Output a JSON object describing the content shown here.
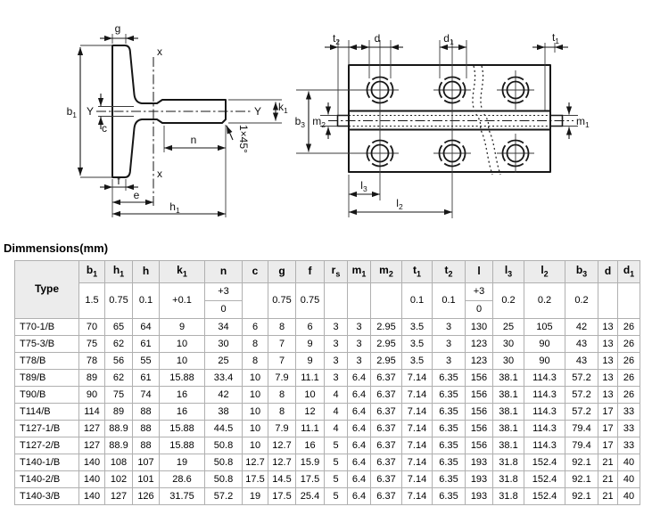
{
  "title": "Dimmensions(mm)",
  "diagram": {
    "left": {
      "g": "g",
      "x": "x",
      "y": "Y",
      "b1": {
        "b": "b",
        "s": "1"
      },
      "c": "c",
      "n": "n",
      "k1": {
        "b": "k",
        "s": "1"
      },
      "chamfer": "1×45°",
      "f": "f",
      "e": "e",
      "h1": {
        "b": "h",
        "s": "1"
      }
    },
    "right": {
      "t2": {
        "b": "t",
        "s": "2"
      },
      "d": "d",
      "d1": {
        "b": "d",
        "s": "1"
      },
      "t1": {
        "b": "t",
        "s": "1"
      },
      "m2": {
        "b": "m",
        "s": "2"
      },
      "m1": {
        "b": "m",
        "s": "1"
      },
      "b3": {
        "b": "b",
        "s": "3"
      },
      "l3": {
        "b": "l",
        "s": "3"
      },
      "l2": {
        "b": "l",
        "s": "2"
      }
    }
  },
  "table": {
    "type_header": "Type",
    "columns": [
      {
        "b": "b",
        "s": "1",
        "tol": "1.5"
      },
      {
        "b": "h",
        "s": "1",
        "tol": "0.75"
      },
      {
        "b": "h",
        "s": "",
        "tol": "0.1"
      },
      {
        "b": "k",
        "s": "1",
        "tol": "+0.1"
      },
      {
        "b": "n",
        "s": "",
        "tol_top": "+3",
        "tol_bot": "0"
      },
      {
        "b": "c",
        "s": "",
        "tol": ""
      },
      {
        "b": "g",
        "s": "",
        "tol": "0.75"
      },
      {
        "b": "f",
        "s": "",
        "tol": "0.75"
      },
      {
        "b": "r",
        "s": "s",
        "tol": ""
      },
      {
        "b": "m",
        "s": "1",
        "tol": ""
      },
      {
        "b": "m",
        "s": "2",
        "tol": ""
      },
      {
        "b": "t",
        "s": "1",
        "tol": "0.1"
      },
      {
        "b": "t",
        "s": "2",
        "tol": "0.1"
      },
      {
        "b": "l",
        "s": "",
        "tol_top": "+3",
        "tol_bot": "0"
      },
      {
        "b": "l",
        "s": "3",
        "tol": "0.2"
      },
      {
        "b": "l",
        "s": "2",
        "tol": "0.2"
      },
      {
        "b": "b",
        "s": "3",
        "tol": "0.2"
      },
      {
        "b": "d",
        "s": "",
        "tol": ""
      },
      {
        "b": "d",
        "s": "1",
        "tol": ""
      }
    ],
    "rows": [
      {
        "type": "T70-1/B",
        "values": [
          "70",
          "65",
          "64",
          "9",
          "34",
          "6",
          "8",
          "6",
          "3",
          "3",
          "2.95",
          "3.5",
          "3",
          "130",
          "25",
          "105",
          "42",
          "13",
          "26"
        ]
      },
      {
        "type": "T75-3/B",
        "values": [
          "75",
          "62",
          "61",
          "10",
          "30",
          "8",
          "7",
          "9",
          "3",
          "3",
          "2.95",
          "3.5",
          "3",
          "123",
          "30",
          "90",
          "43",
          "13",
          "26"
        ]
      },
      {
        "type": "T78/B",
        "values": [
          "78",
          "56",
          "55",
          "10",
          "25",
          "8",
          "7",
          "9",
          "3",
          "3",
          "2.95",
          "3.5",
          "3",
          "123",
          "30",
          "90",
          "43",
          "13",
          "26"
        ]
      },
      {
        "type": "T89/B",
        "values": [
          "89",
          "62",
          "61",
          "15.88",
          "33.4",
          "10",
          "7.9",
          "11.1",
          "3",
          "6.4",
          "6.37",
          "7.14",
          "6.35",
          "156",
          "38.1",
          "114.3",
          "57.2",
          "13",
          "26"
        ]
      },
      {
        "type": "T90/B",
        "values": [
          "90",
          "75",
          "74",
          "16",
          "42",
          "10",
          "8",
          "10",
          "4",
          "6.4",
          "6.37",
          "7.14",
          "6.35",
          "156",
          "38.1",
          "114.3",
          "57.2",
          "13",
          "26"
        ]
      },
      {
        "type": "T114/B",
        "values": [
          "114",
          "89",
          "88",
          "16",
          "38",
          "10",
          "8",
          "12",
          "4",
          "6.4",
          "6.37",
          "7.14",
          "6.35",
          "156",
          "38.1",
          "114.3",
          "57.2",
          "17",
          "33"
        ]
      },
      {
        "type": "T127-1/B",
        "values": [
          "127",
          "88.9",
          "88",
          "15.88",
          "44.5",
          "10",
          "7.9",
          "11.1",
          "4",
          "6.4",
          "6.37",
          "7.14",
          "6.35",
          "156",
          "38.1",
          "114.3",
          "79.4",
          "17",
          "33"
        ]
      },
      {
        "type": "T127-2/B",
        "values": [
          "127",
          "88.9",
          "88",
          "15.88",
          "50.8",
          "10",
          "12.7",
          "16",
          "5",
          "6.4",
          "6.37",
          "7.14",
          "6.35",
          "156",
          "38.1",
          "114.3",
          "79.4",
          "17",
          "33"
        ]
      },
      {
        "type": "T140-1/B",
        "values": [
          "140",
          "108",
          "107",
          "19",
          "50.8",
          "12.7",
          "12.7",
          "15.9",
          "5",
          "6.4",
          "6.37",
          "7.14",
          "6.35",
          "193",
          "31.8",
          "152.4",
          "92.1",
          "21",
          "40"
        ]
      },
      {
        "type": "T140-2/B",
        "values": [
          "140",
          "102",
          "101",
          "28.6",
          "50.8",
          "17.5",
          "14.5",
          "17.5",
          "5",
          "6.4",
          "6.37",
          "7.14",
          "6.35",
          "193",
          "31.8",
          "152.4",
          "92.1",
          "21",
          "40"
        ]
      },
      {
        "type": "T140-3/B",
        "values": [
          "140",
          "127",
          "126",
          "31.75",
          "57.2",
          "19",
          "17.5",
          "25.4",
          "5",
          "6.4",
          "6.37",
          "7.14",
          "6.35",
          "193",
          "31.8",
          "152.4",
          "92.1",
          "21",
          "40"
        ]
      }
    ]
  }
}
